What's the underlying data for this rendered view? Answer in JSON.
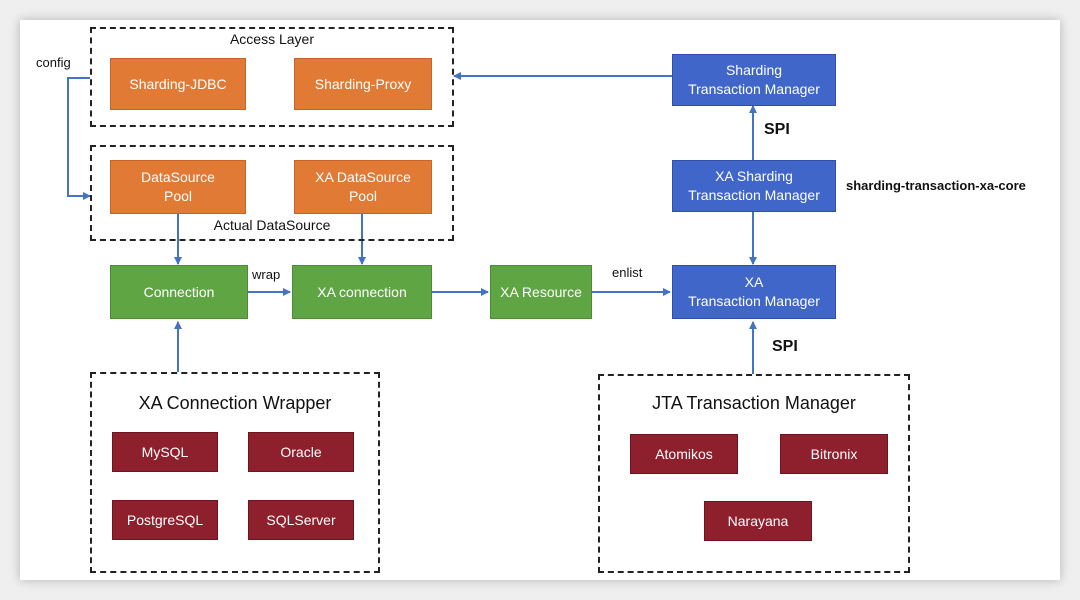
{
  "groups": {
    "access_layer": "Access Layer",
    "actual_datasource": "Actual DataSource",
    "xa_connection_wrapper": "XA Connection Wrapper",
    "jta_transaction_manager": "JTA Transaction Manager"
  },
  "nodes": {
    "sharding_jdbc": "Sharding-JDBC",
    "sharding_proxy": "Sharding-Proxy",
    "datasource_pool": "DataSource\nPool",
    "xa_datasource_pool": "XA DataSource\nPool",
    "connection": "Connection",
    "xa_connection": "XA connection",
    "xa_resource": "XA Resource",
    "sharding_tm": "Sharding\nTransaction Manager",
    "xa_sharding_tm": "XA Sharding\nTransaction Manager",
    "xa_tm": "XA\nTransaction Manager",
    "mysql": "MySQL",
    "oracle": "Oracle",
    "postgresql": "PostgreSQL",
    "sqlserver": "SQLServer",
    "atomikos": "Atomikos",
    "bitronix": "Bitronix",
    "narayana": "Narayana"
  },
  "labels": {
    "config": "config",
    "wrap": "wrap",
    "enlist": "enlist",
    "spi_top": "SPI",
    "spi_bottom": "SPI",
    "xa_core": "sharding-transaction-xa-core"
  },
  "colors": {
    "arrow": "#4472c4",
    "orange": "#e07a35",
    "green": "#5fa544",
    "blue": "#3f66c8",
    "dark_red": "#8e1f2c"
  }
}
